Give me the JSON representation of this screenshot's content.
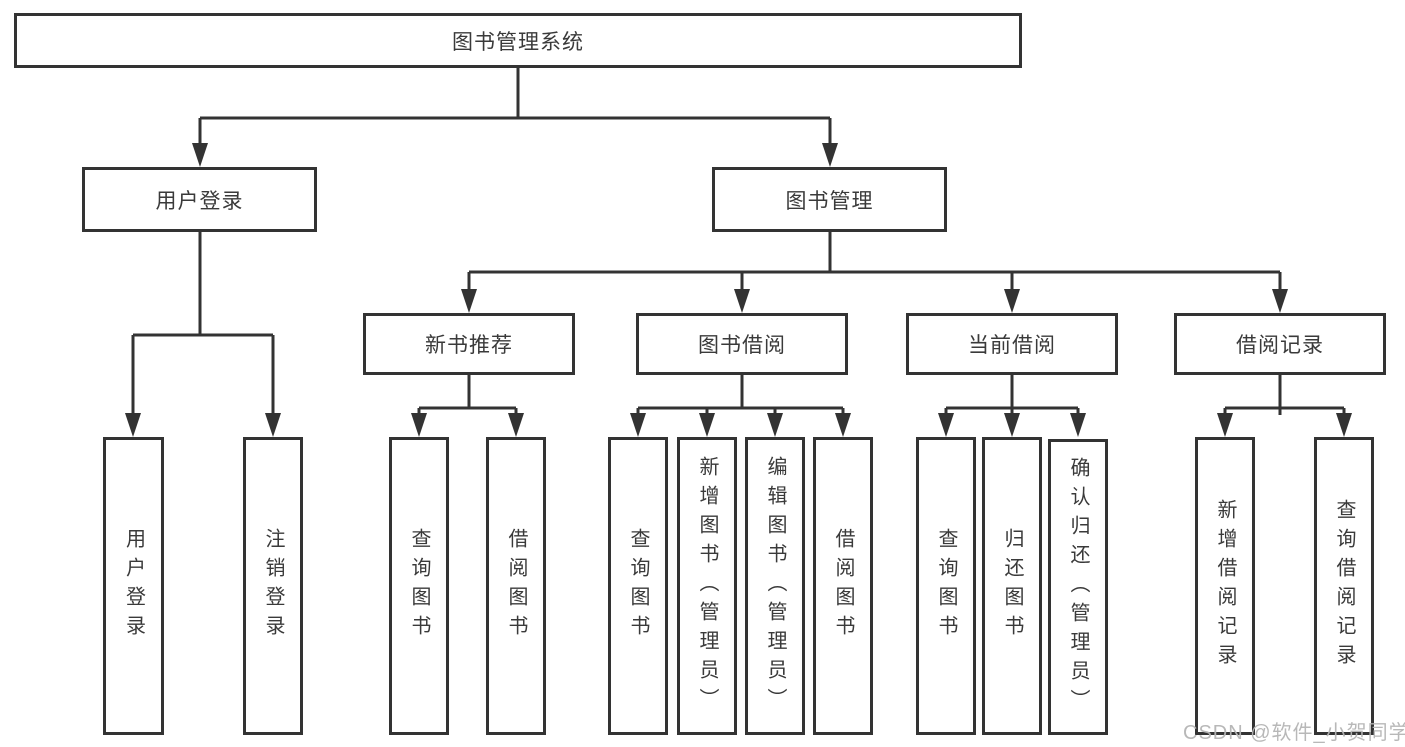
{
  "diagram": {
    "root": {
      "label": "图书管理系统"
    },
    "level2": [
      {
        "label": "用户登录"
      },
      {
        "label": "图书管理"
      }
    ],
    "level3": [
      {
        "label": "新书推荐"
      },
      {
        "label": "图书借阅"
      },
      {
        "label": "当前借阅"
      },
      {
        "label": "借阅记录"
      }
    ],
    "leaves": {
      "user_login": [
        {
          "label": "用户登录"
        },
        {
          "label": "注销登录"
        }
      ],
      "new_books": [
        {
          "label": "查询图书"
        },
        {
          "label": "借阅图书"
        }
      ],
      "book_borrow": [
        {
          "label": "查询图书"
        },
        {
          "label": "新增图书（管理员）"
        },
        {
          "label": "编辑图书（管理员）"
        },
        {
          "label": "借阅图书"
        }
      ],
      "current_borrow": [
        {
          "label": "查询图书"
        },
        {
          "label": "归还图书"
        },
        {
          "label": "确认归还（管理员）"
        }
      ],
      "borrow_records": [
        {
          "label": "新增借阅记录"
        },
        {
          "label": "查询借阅记录"
        }
      ]
    }
  },
  "watermark": {
    "text": "CSDN @软件_小贺同学"
  },
  "colors": {
    "line": "#333333",
    "text": "#3a3a3a",
    "box_background": "#ffffff",
    "watermark": "#b5b5b5"
  }
}
